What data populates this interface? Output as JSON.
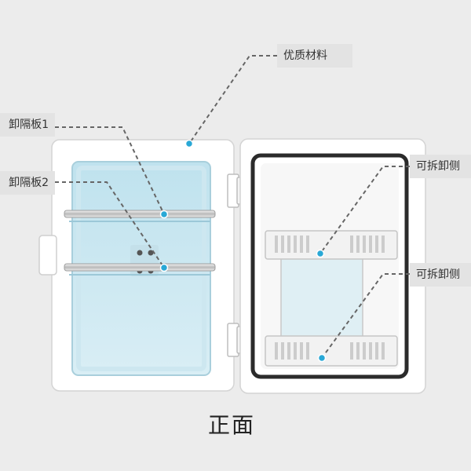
{
  "labels": {
    "material": "优质材料",
    "shelf_1": "卸隔板1",
    "shelf_2": "卸隔板2",
    "side_1": "可拆卸侧",
    "side_2": "可拆卸侧"
  },
  "caption": "正面",
  "colors": {
    "background": "#ececec",
    "body_white": "#ffffff",
    "cavity_blue": "#cfe9f2",
    "door_gasket": "#2b2b2b",
    "callout_bg": "#e3e3e3",
    "marker_dot": "#29a8d6",
    "dashed_line": "#666666"
  }
}
